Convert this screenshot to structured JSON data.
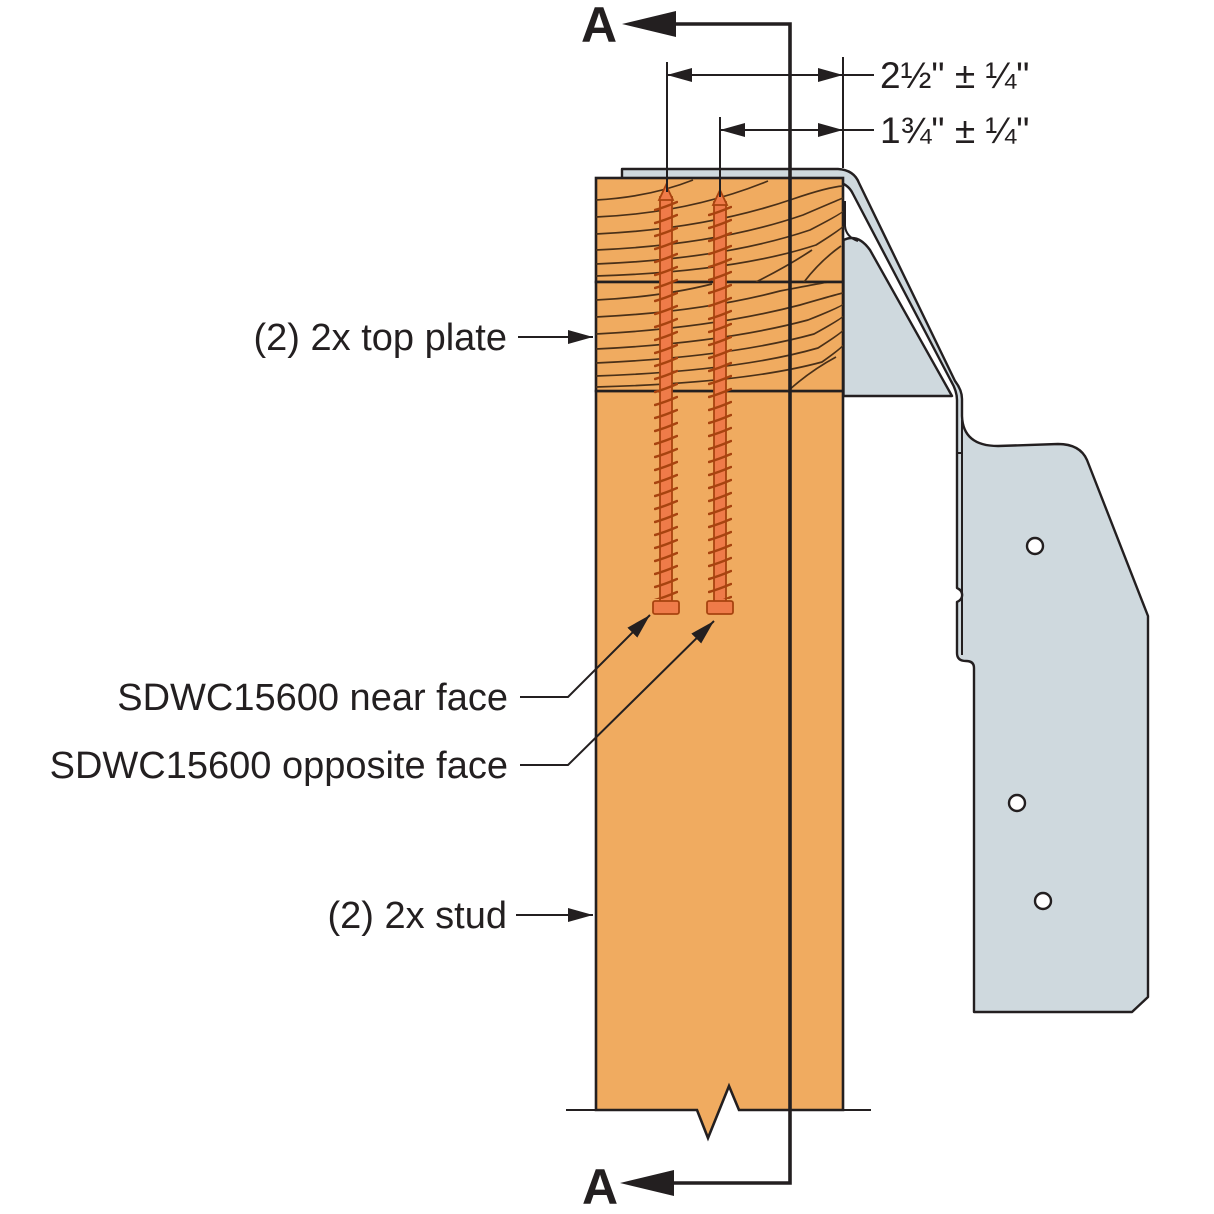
{
  "figure": {
    "type": "construction-connector-detail",
    "section_marker": "A",
    "dimensions": {
      "near_face_offset": "2½\" ± ¼\"",
      "opposite_face_offset": "1¾\" ± ¼\""
    },
    "labels": {
      "top_plate": "(2) 2x top plate",
      "near_face_screw": "SDWC15600 near face",
      "opposite_face_screw": "SDWC15600 opposite face",
      "stud": "(2) 2x stud"
    }
  },
  "colors": {
    "wood": "#F0AB60",
    "metal": "#CFD9DE",
    "screw": "#EF7B49",
    "screw_dark": "#A8430F",
    "line": "#231F20",
    "grain": "#4A3018",
    "background": "#FFFFFF"
  }
}
